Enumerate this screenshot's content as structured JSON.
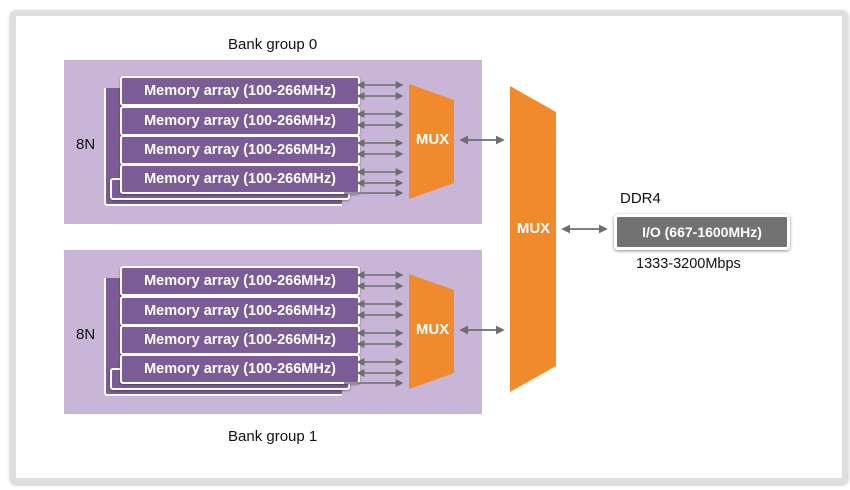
{
  "bank_group_0": {
    "title": "Bank group 0",
    "side_label": "8N",
    "arrays": [
      "Memory array (100-266MHz)",
      "Memory array (100-266MHz)",
      "Memory array (100-266MHz)",
      "Memory array (100-266MHz)"
    ],
    "mux_label": "MUX"
  },
  "bank_group_1": {
    "title": "Bank group 1",
    "side_label": "8N",
    "arrays": [
      "Memory array (100-266MHz)",
      "Memory array (100-266MHz)",
      "Memory array (100-266MHz)",
      "Memory array (100-266MHz)"
    ],
    "mux_label": "MUX"
  },
  "main_mux": {
    "label": "MUX"
  },
  "io": {
    "heading": "DDR4",
    "box_label": "I/O (667-1600MHz)",
    "rate": "1333-3200Mbps"
  },
  "colors": {
    "group_background": "#c8b5d8",
    "array_fill": "#7b5c96",
    "mux_fill": "#f08a2c",
    "io_fill": "#727272",
    "arrow": "#6e6e6e"
  }
}
